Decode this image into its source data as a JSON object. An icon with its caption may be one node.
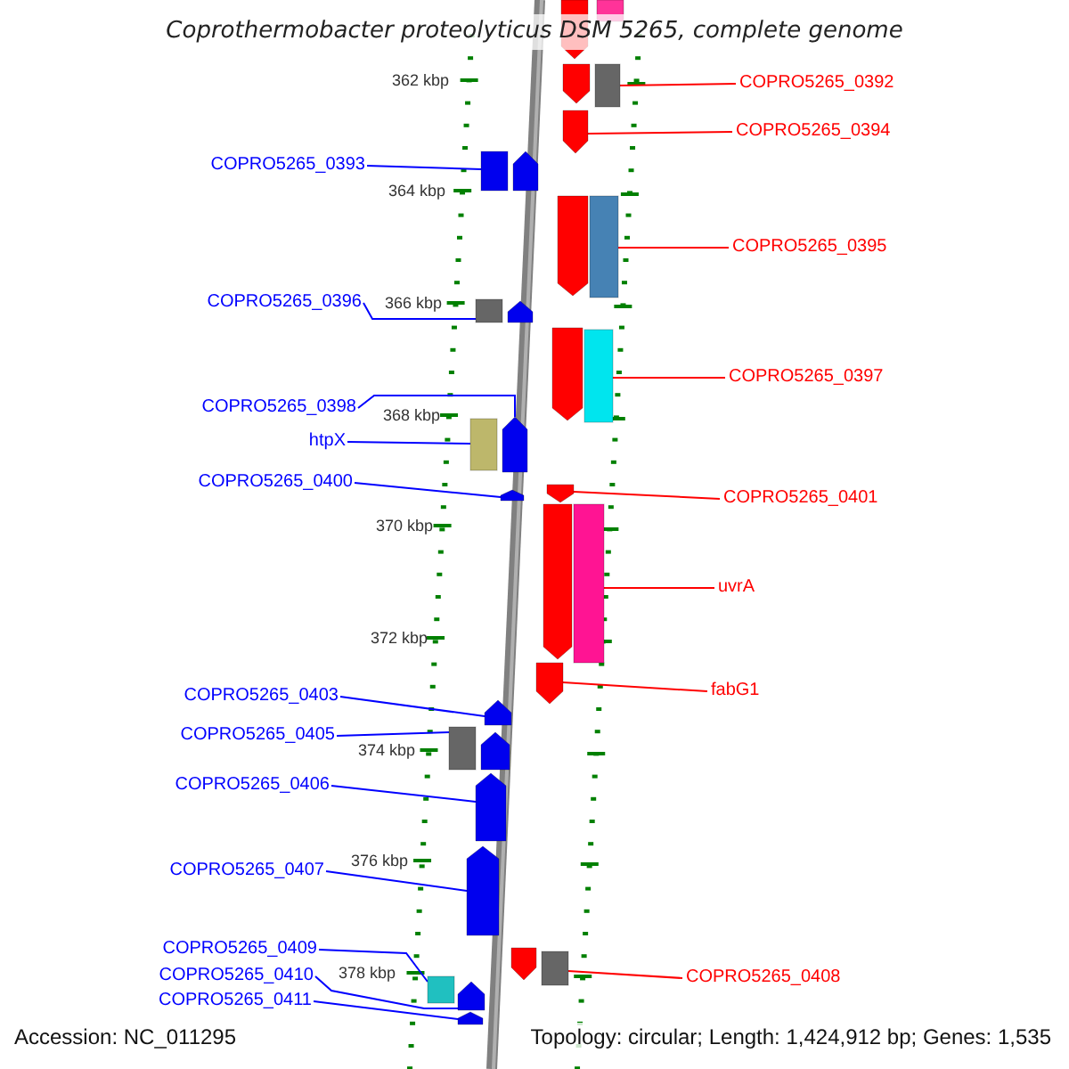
{
  "diagram": {
    "title": "Coprothermobacter proteolyticus DSM 5265, complete genome",
    "nodes": [
      {
        "text": [
          "COPRO5265_0392"
        ]
      },
      {
        "text": [
          "COPRO5265_0394"
        ]
      },
      {
        "text": [
          "COPRO5265_0393"
        ]
      },
      {
        "text": [
          "COPRO5265_0395"
        ]
      },
      {
        "text": [
          "COPRO5265_0396"
        ]
      },
      {
        "text": [
          "COPRO5265_0397"
        ]
      },
      {
        "text": [
          "COPRO5265_0398"
        ]
      },
      {
        "text": [
          "htpX"
        ]
      },
      {
        "text": [
          "COPRO5265_0400"
        ]
      },
      {
        "text": [
          "COPRO5265_0401"
        ]
      },
      {
        "text": [
          "uvrA"
        ]
      },
      {
        "text": [
          "fabG1"
        ]
      },
      {
        "text": [
          "COPRO5265_0403"
        ]
      },
      {
        "text": [
          "COPRO5265_0405"
        ]
      },
      {
        "text": [
          "COPRO5265_0406"
        ]
      },
      {
        "text": [
          "COPRO5265_0407"
        ]
      },
      {
        "text": [
          "COPRO5265_0409"
        ]
      },
      {
        "text": [
          "COPRO5265_0410"
        ]
      },
      {
        "text": [
          "COPRO5265_0408"
        ]
      },
      {
        "text": [
          "COPRO5265_0411"
        ]
      },
      {
        "text": [],
        "shape": "pentagon"
      },
      {
        "text": [],
        "shape": "box"
      },
      {
        "text": [],
        "shape": "pentagon"
      },
      {
        "text": [],
        "shape": "box"
      },
      {
        "text": [],
        "shape": "pentagon"
      },
      {
        "text": [],
        "shape": "box"
      },
      {
        "text": [],
        "shape": "pentagon"
      },
      {
        "text": [],
        "shape": "pentagon"
      },
      {
        "text": [],
        "shape": "box"
      },
      {
        "text": [],
        "shape": "box"
      },
      {
        "text": [],
        "shape": "pentagon"
      },
      {
        "text": [],
        "shape": "pentagon"
      },
      {
        "text": [],
        "shape": "box"
      },
      {
        "text": [],
        "shape": "pentagon"
      },
      {
        "text": [],
        "shape": "box"
      },
      {
        "text": [],
        "shape": "pentagon"
      },
      {
        "text": [],
        "shape": "pentagon"
      },
      {
        "text": [],
        "shape": "pentagon"
      },
      {
        "text": [],
        "shape": "box"
      },
      {
        "text": [],
        "shape": "pentagon"
      },
      {
        "text": [],
        "shape": "pentagon"
      },
      {
        "text": [],
        "shape": "box"
      },
      {
        "text": [],
        "shape": "pentagon"
      },
      {
        "text": [],
        "shape": "pentagon"
      },
      {
        "text": [],
        "shape": "pentagon"
      },
      {
        "text": [],
        "shape": "pentagon"
      },
      {
        "text": [],
        "shape": "box"
      },
      {
        "text": [],
        "shape": "box"
      },
      {
        "text": [],
        "shape": "pentagon"
      },
      {
        "text": [],
        "shape": "pentagon"
      }
    ],
    "edges": [
      {
        "from": 0,
        "to": 23,
        "arrow": "none",
        "color": "#ff0000"
      },
      {
        "from": 1,
        "to": 24,
        "arrow": "none",
        "color": "#ff0000"
      },
      {
        "from": 2,
        "to": 25,
        "arrow": "none"
      },
      {
        "from": 3,
        "to": 28,
        "arrow": "none",
        "color": "#ff0000"
      },
      {
        "from": 4,
        "to": 29,
        "arrow": "none"
      },
      {
        "from": 5,
        "to": 32,
        "arrow": "none",
        "color": "#ff0000"
      },
      {
        "from": 6,
        "to": 33,
        "arrow": "none"
      },
      {
        "from": 7,
        "to": 34,
        "arrow": "none"
      },
      {
        "from": 8,
        "to": 36,
        "arrow": "none"
      },
      {
        "from": 9,
        "to": 35,
        "arrow": "none",
        "color": "#ff0000"
      },
      {
        "from": 10,
        "to": 38,
        "arrow": "none",
        "color": "#ff0000"
      },
      {
        "from": 11,
        "to": 39,
        "arrow": "none",
        "color": "#ff0000"
      },
      {
        "from": 12,
        "to": 40,
        "arrow": "none"
      },
      {
        "from": 13,
        "to": 41,
        "arrow": "none"
      },
      {
        "from": 14,
        "to": 43,
        "arrow": "none"
      },
      {
        "from": 15,
        "to": 44,
        "arrow": "none"
      },
      {
        "from": 16,
        "to": 47,
        "arrow": "none"
      },
      {
        "from": 17,
        "to": 48,
        "arrow": "none"
      },
      {
        "from": 18,
        "to": 46,
        "arrow": "none",
        "color": "#ff0000"
      },
      {
        "from": 19,
        "to": 49,
        "arrow": "none"
      }
    ],
    "labels": [
      "362 kbp",
      "364 kbp",
      "366 kbp",
      "368 kbp",
      "370 kbp",
      "372 kbp",
      "374 kbp",
      "376 kbp",
      "378 kbp",
      "Accession: NC_011295",
      "Topology: circular; Length: 1,424,912 bp; Genes: 1,535"
    ]
  }
}
